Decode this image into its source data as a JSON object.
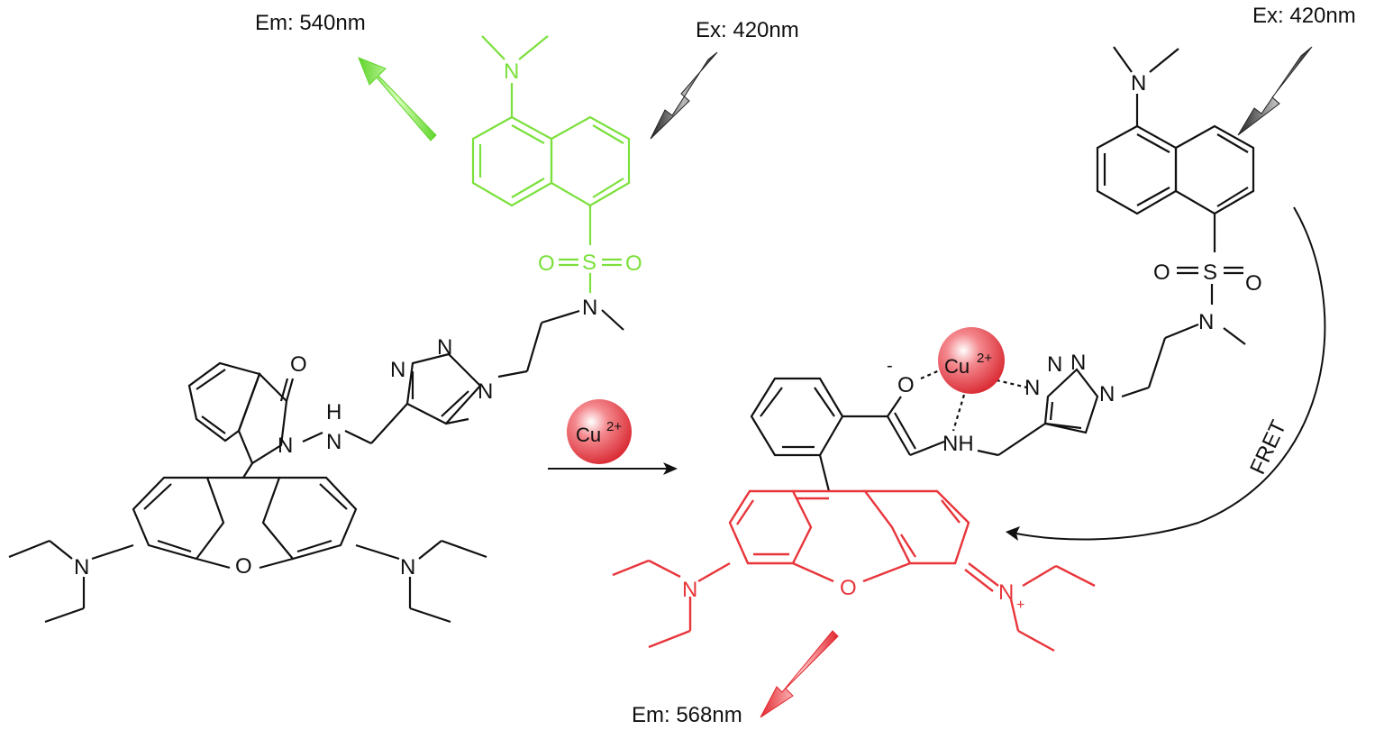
{
  "labels": {
    "em_left": "Em: 540nm",
    "ex_left": "Ex: 420nm",
    "ex_right": "Ex: 420nm",
    "em_bottom": "Em: 568nm",
    "fret": "FRET",
    "cu_reagent": "Cu",
    "cu_reagent_charge": "2+",
    "cu_complex": "Cu",
    "cu_complex_charge": "2+"
  },
  "atoms": {
    "nitrogen": "N",
    "oxygen": "O",
    "sulfur": "S",
    "nh": "H",
    "nh_right": "NH",
    "n_plus_charge": "+",
    "o_minus_charge": "-"
  },
  "colors": {
    "dansyl_green": "#7be03c",
    "rhodamine_red": "#e8353a",
    "bond_black": "#111111",
    "cu_sphere": "#e8404a"
  }
}
